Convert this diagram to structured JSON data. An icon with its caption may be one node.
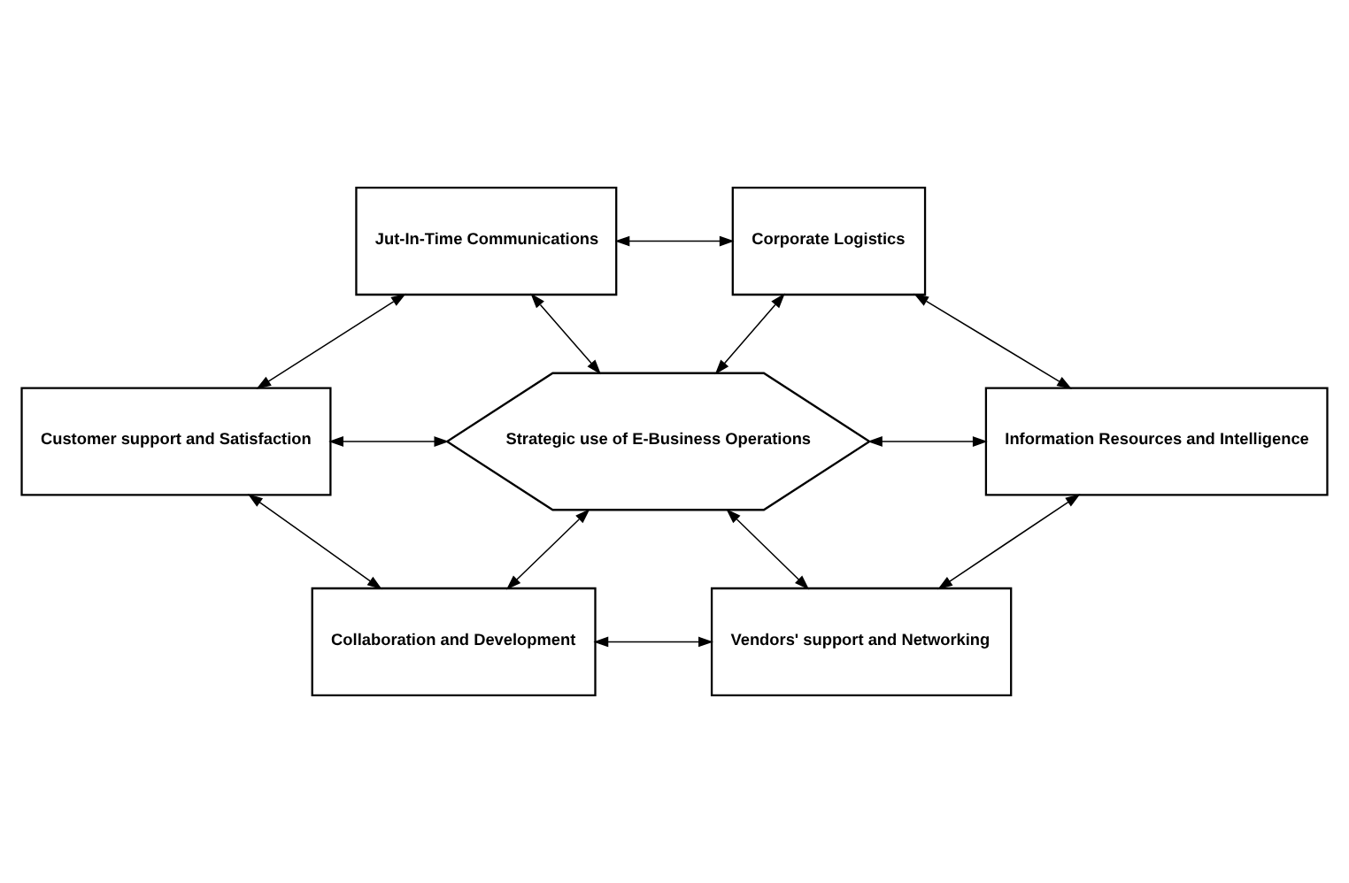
{
  "diagram": {
    "nodes": [
      {
        "text": [
          "Jut-In-Time Communications"
        ]
      },
      {
        "text": [
          "Corporate Logistics"
        ]
      },
      {
        "text": [
          "Customer support and Satisfaction"
        ]
      },
      {
        "text": [
          "Strategic use of E-Business Operations"
        ]
      },
      {
        "text": [
          "Information Resources and Intelligence"
        ]
      },
      {
        "text": [
          "Collaboration and Development"
        ]
      },
      {
        "text": [
          "Vendors' support and Networking"
        ]
      }
    ],
    "edges": [
      {
        "from": 0,
        "to": 1,
        "arrow": "both"
      },
      {
        "from": 0,
        "to": 2,
        "arrow": "both"
      },
      {
        "from": 0,
        "to": 3,
        "arrow": "both"
      },
      {
        "from": 1,
        "to": 3,
        "arrow": "both"
      },
      {
        "from": 1,
        "to": 4,
        "arrow": "both"
      },
      {
        "from": 2,
        "to": 3,
        "arrow": "both"
      },
      {
        "from": 3,
        "to": 4,
        "arrow": "both"
      },
      {
        "from": 2,
        "to": 5,
        "arrow": "both"
      },
      {
        "from": 5,
        "to": 3,
        "arrow": "both"
      },
      {
        "from": 3,
        "to": 6,
        "arrow": "both"
      },
      {
        "from": 4,
        "to": 6,
        "arrow": "both"
      },
      {
        "from": 5,
        "to": 6,
        "arrow": "both"
      }
    ]
  }
}
